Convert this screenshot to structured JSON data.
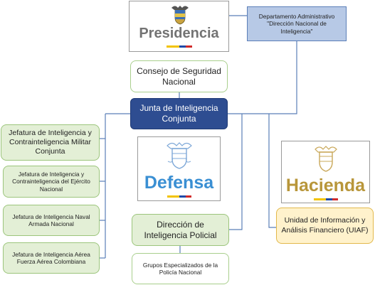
{
  "presidencia": {
    "word": "Presidencia"
  },
  "dapre": {
    "text": "Departamento Administrativo \"Dirección Nacional de Inteligencia\""
  },
  "consejo": {
    "text": "Consejo de Seguridad Nacional"
  },
  "junta": {
    "text": "Junta de Inteligencia Conjunta"
  },
  "jefatura_militar": {
    "text": "Jefatura de Inteligencia y Contrainteligencia Militar Conjunta"
  },
  "jefatura_ejercito": {
    "text": "Jefatura de Inteligencia y Contrainteligencia del Ejército Nacional"
  },
  "jefatura_naval": {
    "text": "Jefatura de Inteligencia Naval Armada Nacional"
  },
  "jefatura_aerea": {
    "text": "Jefatura de Inteligencia Aérea Fuerza Aérea Colombiana"
  },
  "defensa": {
    "word": "Defensa"
  },
  "hacienda": {
    "word": "Hacienda"
  },
  "dipol": {
    "text": "Dirección de Inteligencia Policial"
  },
  "grupos": {
    "text": "Grupos Especializados de la Policía Nacional"
  },
  "uiaf": {
    "text": "Unidad de Información y Análisis Financiero (UIAF)"
  },
  "colors": {
    "presidencia_text": "#737373",
    "defensa_text": "#3a8fd3",
    "hacienda_text": "#b8963a",
    "connector": "#5b7fb8"
  },
  "icons": [
    "coat-of-arms-icon"
  ]
}
